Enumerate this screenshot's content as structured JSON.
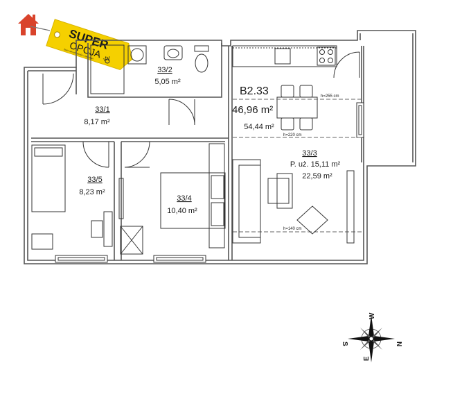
{
  "logo": {
    "line1": "SUPER",
    "line2": "OPCJA",
    "suffix": ".pl",
    "tagline": "biuro nieruchomości i mieszkań",
    "colors": {
      "tag": "#f5d000",
      "house": "#d9432b",
      "text": "#1f3d8a",
      "suffix": "#d9432b"
    }
  },
  "apartment": {
    "code": "B2.33",
    "area": "46,96 m²",
    "area_gross": "54,44 m²"
  },
  "rooms": [
    {
      "id": "33/1",
      "area": "8,17 m²"
    },
    {
      "id": "33/2",
      "area": "5,05 m²"
    },
    {
      "id": "33/3",
      "usable": "P. uż. 15,11 m²",
      "area": "22,59 m²"
    },
    {
      "id": "33/4",
      "area": "10,40 m²"
    },
    {
      "id": "33/5",
      "area": "8,23 m²"
    }
  ],
  "heights": {
    "h255": "h=255 cm",
    "h220": "h=220 cm",
    "h140": "h=140 cm"
  },
  "compass": {
    "n": "N",
    "s": "S",
    "e": "E",
    "w": "W"
  },
  "colors": {
    "wall": "#555555",
    "line": "#333333",
    "dash": "#666666"
  }
}
